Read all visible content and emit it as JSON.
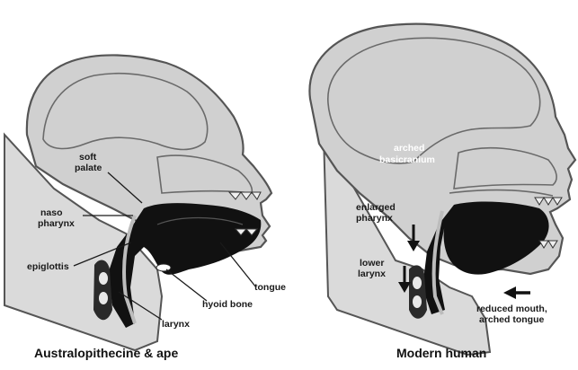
{
  "left_panel": {
    "caption": "Australopithecine & ape",
    "labels": {
      "soft_palate_1": "soft",
      "soft_palate_2": "palate",
      "nasopharynx_1": "naso",
      "nasopharynx_2": "pharynx",
      "epiglottis": "epiglottis",
      "tongue": "tongue",
      "hyoid_bone": "hyoid bone",
      "larynx": "larynx"
    }
  },
  "right_panel": {
    "caption": "Modern human",
    "labels": {
      "arched_1": "arched",
      "arched_2": "basicranium",
      "enlarged_1": "enlarged",
      "enlarged_2": "pharynx",
      "lower_1": "lower",
      "lower_2": "larynx",
      "reduced_1": "reduced mouth,",
      "reduced_2": "arched tongue"
    }
  },
  "colors": {
    "skull_fill": "#d0d0d0",
    "tract_fill": "#111111",
    "outline": "#555555"
  }
}
